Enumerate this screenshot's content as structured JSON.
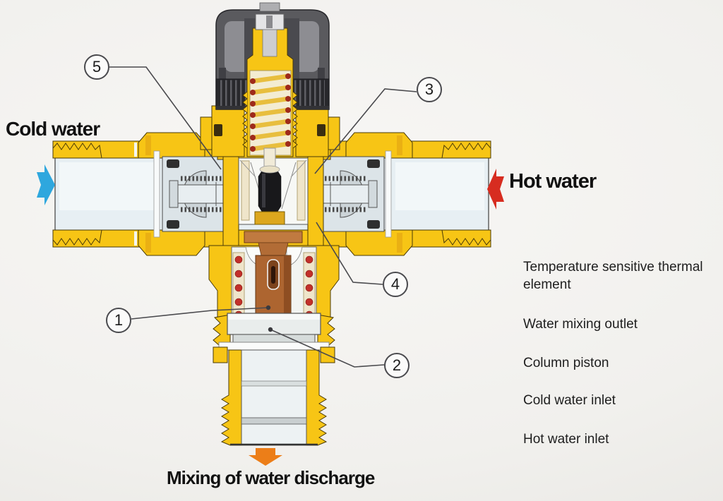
{
  "diagram": {
    "flow_labels": {
      "cold_water": "Cold water",
      "hot_water": "Hot water",
      "discharge": "Mixing of water discharge"
    },
    "legend": {
      "items": [
        "Temperature sensitive thermal element",
        "Water mixing outlet",
        "Column piston",
        "Cold water inlet",
        "Hot water inlet"
      ]
    },
    "callouts": [
      {
        "number": "1"
      },
      {
        "number": "2"
      },
      {
        "number": "3"
      },
      {
        "number": "4"
      },
      {
        "number": "5"
      }
    ],
    "colors": {
      "brass_yellow": "#F7C515",
      "knob_gray": "#5A5A5E",
      "cold_water_blue": "#2EA7DE",
      "hot_water_red": "#D72C20",
      "discharge_orange": "#EC7E18",
      "copper_piston": "#AD6530",
      "spring_red": "#C2302A",
      "thermal_element_black": "#18181B"
    }
  }
}
